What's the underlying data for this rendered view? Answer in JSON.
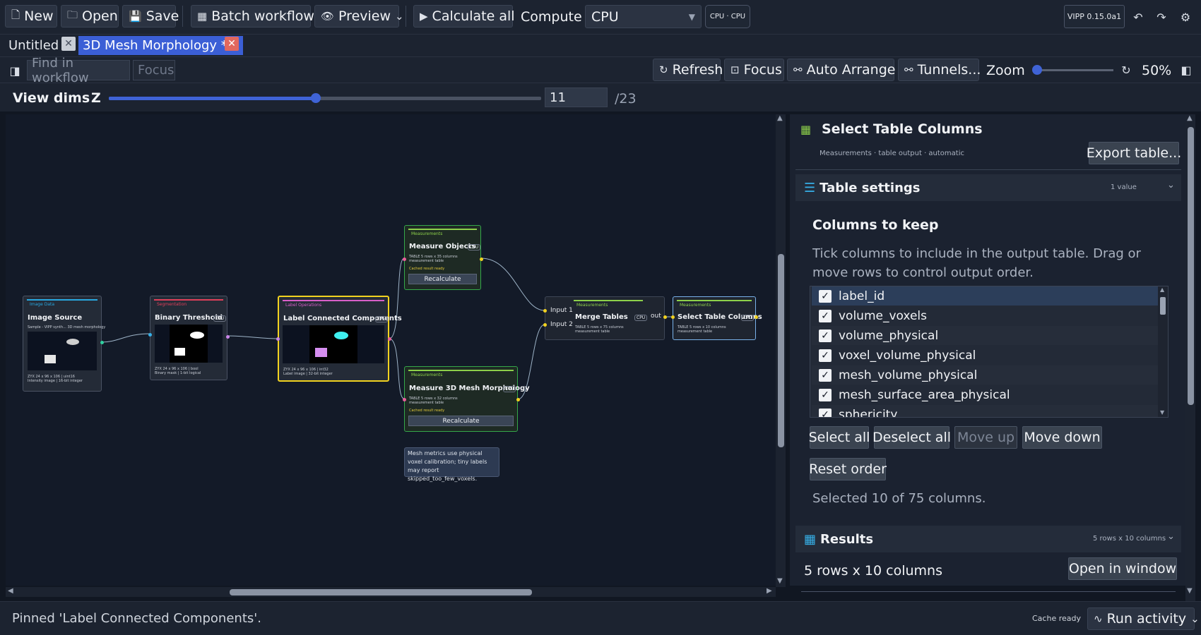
{
  "toolbar": {
    "new_label": "New",
    "open_label": "Open",
    "save_label": "Save",
    "batch_label": "Batch workflow",
    "preview_label": "Preview",
    "calculate_label": "Calculate all",
    "compute_label": "Compute",
    "compute_value": "CPU",
    "compute_badge": "CPU · CPU",
    "version": "VIPP 0.15.0a1"
  },
  "tabs": [
    {
      "label": "Untitled"
    },
    {
      "label": "3D Mesh Morphology *"
    }
  ],
  "canvas_toolbar": {
    "find_placeholder": "Find in workflow",
    "focus_placeholder": "Focus",
    "refresh_label": "Refresh",
    "focus_label": "Focus",
    "arrange_label": "Auto Arrange",
    "tunnels_label": "Tunnels...",
    "zoom_label": "Zoom",
    "zoom_value": "50%",
    "zoom_fraction": 0.05
  },
  "view_dims": {
    "label": "View dims",
    "axis": "Z",
    "value": "11",
    "max_text": "/23",
    "fraction": 0.478
  },
  "nodes": {
    "image_source": {
      "category": "Image Data",
      "title": "Image Source",
      "subtitle": "Sample - VIPP synth... 3D mesh morphology",
      "meta1": "ZYX 24 x 96 x 106 | uint16",
      "meta2": "Intensity image | 16-bit integer",
      "cat_color": "#29a8e0"
    },
    "binary_threshold": {
      "category": "Segmentation",
      "title": "Binary Threshold",
      "cpu": "CPU",
      "meta1": "ZYX 24 x 96 x 106 | bool",
      "meta2": "Binary mask | 1-bit logical",
      "cat_color": "#e0405a"
    },
    "label_cc": {
      "category": "Label Operations",
      "title": "Label Connected Components",
      "cpu": "CPU",
      "meta1": "ZYX 24 x 96 x 106 | int32",
      "meta2": "Label image | 32-bit integer",
      "cat_color": "#d85fc8"
    },
    "measure_objects": {
      "category": "Measurements",
      "title": "Measure Objects",
      "cpu": "CPU",
      "meta1": "TABLE 5 rows x 35 columns",
      "meta2": "measurement table",
      "cached": "Cached result ready",
      "recalc": "Recalculate",
      "cat_color": "#8dd04a"
    },
    "measure_mesh": {
      "category": "Measurements",
      "title": "Measure 3D Mesh Morphology",
      "cpu": "CPU",
      "meta1": "TABLE 5 rows x 32 columns",
      "meta2": "measurement table",
      "cached": "Cached result ready",
      "recalc": "Recalculate",
      "cat_color": "#8dd04a"
    },
    "merge_tables": {
      "category": "Measurements",
      "title": "Merge Tables",
      "cpu": "CPU",
      "input1": "Input 1",
      "input2": "Input 2",
      "out": "out",
      "meta1": "TABLE 5 rows x 75 columns",
      "meta2": "measurement table",
      "cat_color": "#8dd04a"
    },
    "select_columns": {
      "category": "Measurements",
      "title": "Select Table Columns",
      "cpu": "CPU",
      "meta1": "TABLE 5 rows x 10 columns",
      "meta2": "measurement table",
      "cat_color": "#8dd04a"
    }
  },
  "note": "Mesh metrics use physical voxel calibration; tiny labels may report skipped_too_few_voxels.",
  "panel": {
    "title": "Select Table Columns",
    "subtitle": "Measurements · table output · automatic",
    "export_label": "Export table...",
    "settings_label": "Table settings",
    "settings_count": "1 value",
    "columns_title": "Columns to keep",
    "columns_help": "Tick columns to include in the output table. Drag or move rows to control output order.",
    "columns": [
      "label_id",
      "volume_voxels",
      "volume_physical",
      "voxel_volume_physical",
      "mesh_volume_physical",
      "mesh_surface_area_physical",
      "sphericity"
    ],
    "select_all": "Select all",
    "deselect_all": "Deselect all",
    "move_up": "Move up",
    "move_down": "Move down",
    "reset_order": "Reset order",
    "selected_text": "Selected 10 of 75 columns.",
    "results_label": "Results",
    "results_count": "5 rows x 10 columns",
    "results_summary": "5 rows x 10 columns",
    "open_window": "Open in window"
  },
  "status": {
    "message": "Pinned 'Label Connected Components'.",
    "cache": "Cache ready",
    "activity": "Run activity"
  },
  "colors": {
    "accent": "#3f63d6",
    "selected_node": "#f2d21f",
    "tab_active": "#3b5fd6",
    "close_red": "#e2685f"
  }
}
